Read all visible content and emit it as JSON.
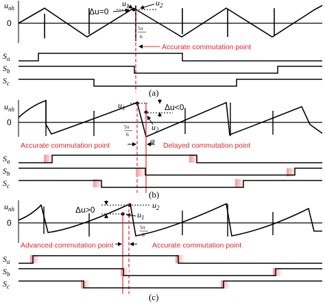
{
  "figure": {
    "ylabel_base": "u",
    "ylabel_sub": "nh",
    "zero_label": "0",
    "signal_base": "S",
    "signals": [
      "a",
      "b",
      "c"
    ],
    "u1_label": "u",
    "u1_sub": "1",
    "u2_label": "u",
    "u2_sub": "2",
    "phi_label": "φ",
    "angle_num": "5π",
    "angle_den": "6",
    "accent_red": "#e5232c",
    "box_gradient": [
      "#f4a0a0",
      "#ffffff"
    ]
  },
  "panels": [
    {
      "caption": "(a)",
      "delta_label": "Δu=0",
      "annotations": [
        "Accurate commutation point"
      ]
    },
    {
      "caption": "(b)",
      "delta_label": "Δu<0",
      "annotations": [
        "Accurate commutation point",
        "Delayed commutation point"
      ]
    },
    {
      "caption": "(c)",
      "delta_label": "Δu>0",
      "annotations": [
        "Advanced commutation point",
        "Accurate commutation point"
      ]
    }
  ]
}
